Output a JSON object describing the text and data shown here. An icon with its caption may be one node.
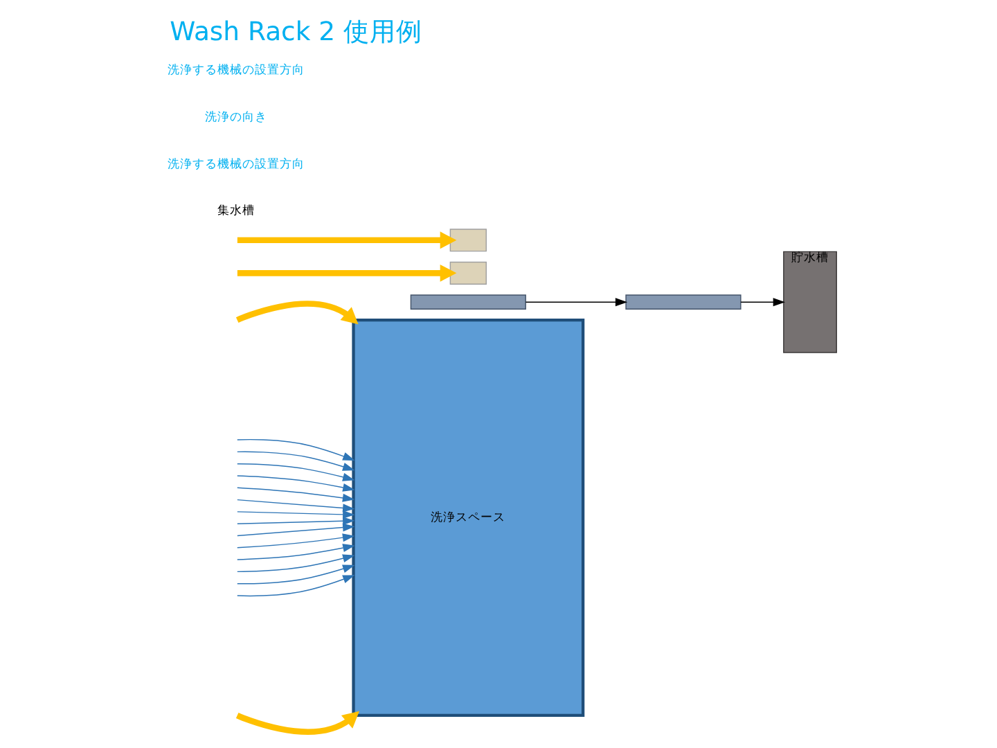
{
  "diagram": {
    "title": "Wash Rack 2 使用例",
    "nodes": [
      {
        "text": [
          "洗浄スペース"
        ]
      },
      {
        "text": [],
        "shape": "box"
      },
      {
        "text": [],
        "shape": "box"
      },
      {
        "text": [
          "貯水槽"
        ]
      },
      {
        "text": [],
        "shape": "box"
      },
      {
        "text": [],
        "shape": "box"
      }
    ],
    "edges": [
      {
        "from": 1,
        "to": 2,
        "arrow": "to",
        "color": "#000000"
      },
      {
        "from": 2,
        "to": 3,
        "arrow": "to",
        "color": "#000000"
      },
      {
        "from": null,
        "to": 4,
        "arrow": "to",
        "style": "thick",
        "color": "#ffc000"
      },
      {
        "from": null,
        "to": 5,
        "arrow": "to",
        "style": "thick",
        "color": "#ffc000"
      },
      {
        "from": null,
        "to": 0,
        "arrow": "to",
        "style": "thick",
        "color": "#ffc000"
      },
      {
        "from": null,
        "to": 0,
        "arrow": "to",
        "style": "thick",
        "color": "#ffc000"
      },
      {
        "from": null,
        "to": 0,
        "arrow": "to"
      },
      {
        "from": null,
        "to": 0,
        "arrow": "to"
      },
      {
        "from": null,
        "to": 0,
        "arrow": "to"
      },
      {
        "from": null,
        "to": 0,
        "arrow": "to"
      },
      {
        "from": null,
        "to": 0,
        "arrow": "to"
      },
      {
        "from": null,
        "to": 0,
        "arrow": "to"
      },
      {
        "from": null,
        "to": 0,
        "arrow": "to"
      },
      {
        "from": null,
        "to": 0,
        "arrow": "to"
      },
      {
        "from": null,
        "to": 0,
        "arrow": "to"
      },
      {
        "from": null,
        "to": 0,
        "arrow": "to"
      },
      {
        "from": null,
        "to": 0,
        "arrow": "to"
      },
      {
        "from": null,
        "to": 0,
        "arrow": "to"
      },
      {
        "from": null,
        "to": 0,
        "arrow": "to"
      },
      {
        "from": null,
        "to": 0,
        "arrow": "to"
      }
    ],
    "labels": [
      "集水槽",
      "洗浄する機械の設置方向",
      "洗浄の向き",
      "洗浄する機械の設置方向"
    ]
  }
}
